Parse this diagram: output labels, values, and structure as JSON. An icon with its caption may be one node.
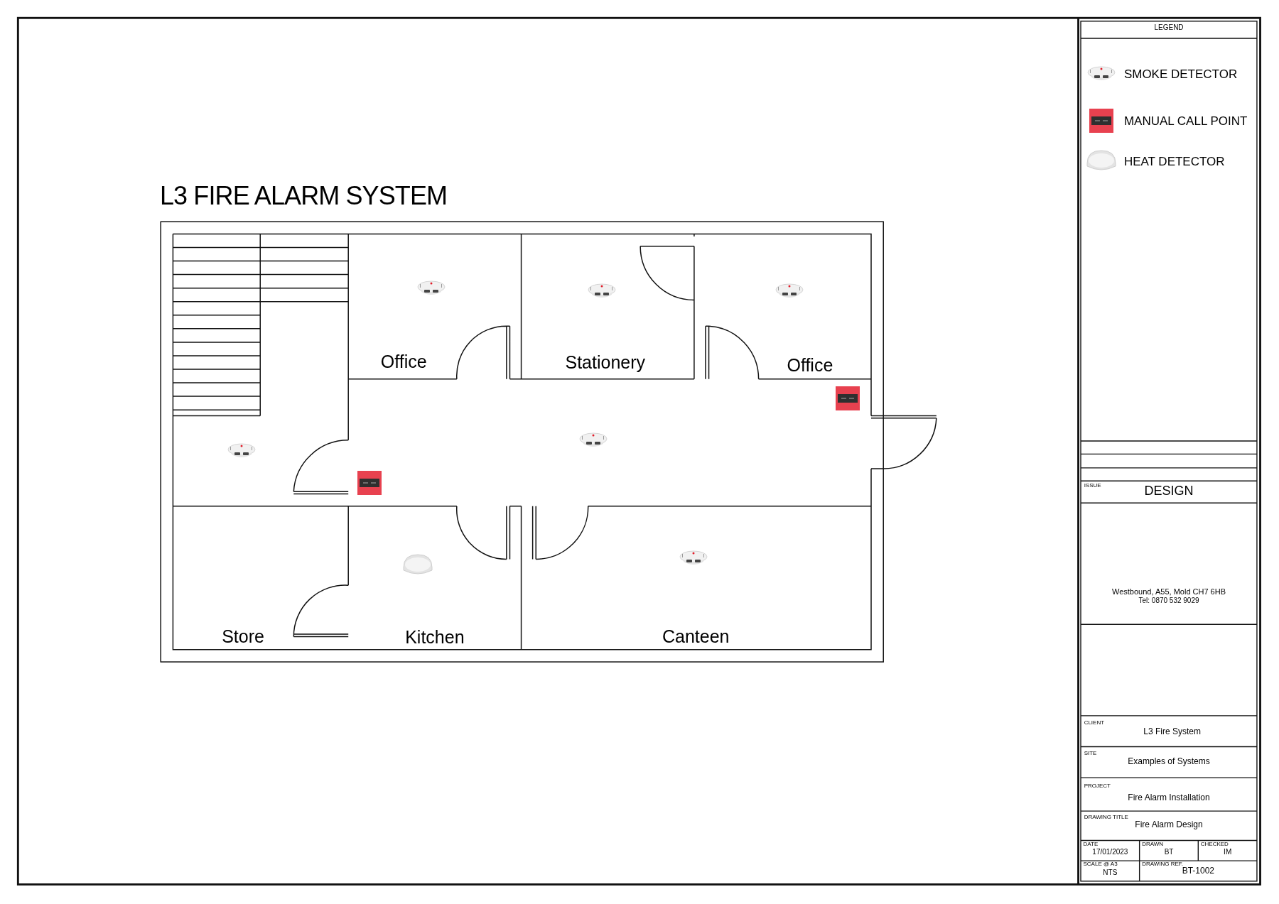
{
  "diagram": {
    "title": "L3 FIRE ALARM SYSTEM",
    "nodes": [
      {
        "text": [
          "Office"
        ]
      },
      {
        "text": [
          "Stationery"
        ]
      },
      {
        "text": [
          "Office"
        ]
      },
      {
        "text": [
          "Store"
        ]
      },
      {
        "text": [
          "Kitchen"
        ]
      },
      {
        "text": [
          "Canteen"
        ]
      }
    ],
    "edges": [],
    "labels": [
      "LEGEND",
      "ISSUE",
      "DESIGN",
      "Westbound, A55, Mold CH7 6HB",
      "Tel: 0870 532 9029",
      "CLIENT",
      "L3 Fire System",
      "SITE",
      "Examples of Systems",
      "PROJECT",
      "Fire Alarm Installation",
      "DRAWING TITLE",
      "Fire Alarm Design",
      "DATE",
      "17/01/2023",
      "DRAWN",
      "BT",
      "CHECKED",
      "IM",
      "SCALE @ A3",
      "NTS",
      "DRAWING REF.",
      "BT-1002"
    ],
    "legend": [
      {
        "text": "SMOKE DETECTOR"
      },
      {
        "text": "MANUAL CALL POINT"
      },
      {
        "text": "HEAT DETECTOR"
      }
    ]
  }
}
